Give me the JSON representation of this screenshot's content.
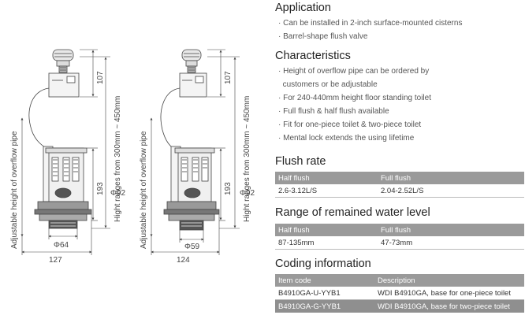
{
  "drawing_left": {
    "vertical_label": "Adjustable height of overflow pipe",
    "height_range": "Hight ranges from 300mm ~ 450mm",
    "dim_top": "107",
    "dim_mid": "193",
    "dim_dia_right": "Φ92",
    "dim_dia_bottom": "Φ64",
    "dim_width": "127"
  },
  "drawing_right": {
    "vertical_label": "Adjustable height of overflow pipe",
    "height_range": "Hight ranges from 300mm ~ 450mm",
    "dim_top": "107",
    "dim_mid": "193",
    "dim_dia_right": "Φ92",
    "dim_dia_bottom": "Φ59",
    "dim_width": "124"
  },
  "application": {
    "title": "Application",
    "items": [
      "Can be installed in 2-inch surface-mounted cisterns",
      "Barrel-shape flush valve"
    ]
  },
  "characteristics": {
    "title": "Characteristics",
    "item1_line1": "Height of overflow pipe can be ordered by",
    "item1_line2": "customers or be adjustable",
    "items": [
      "For 240-440mm height floor standing toilet",
      "Full flush & half flush available",
      "Fit for one-piece toilet & two-piece toilet",
      "Mental lock extends the using lifetime"
    ]
  },
  "flush_rate": {
    "title": "Flush rate",
    "headers": [
      "Half flush",
      "Full flush"
    ],
    "values": [
      "2.6-3.12L/S",
      "2.04-2.52L/S"
    ]
  },
  "water_level": {
    "title": "Range of remained water level",
    "headers": [
      "Half flush",
      "Full flush"
    ],
    "values": [
      "87-135mm",
      "47-73mm"
    ]
  },
  "coding": {
    "title": "Coding information",
    "headers": [
      "Item code",
      "Description"
    ],
    "rows": [
      [
        "B4910GA-U-YYB1",
        "WDI  B4910GA,  base for one-piece toilet"
      ],
      [
        "B4910GA-G-YYB1",
        "WDI  B4910GA,  base for two-piece toilet"
      ]
    ]
  }
}
